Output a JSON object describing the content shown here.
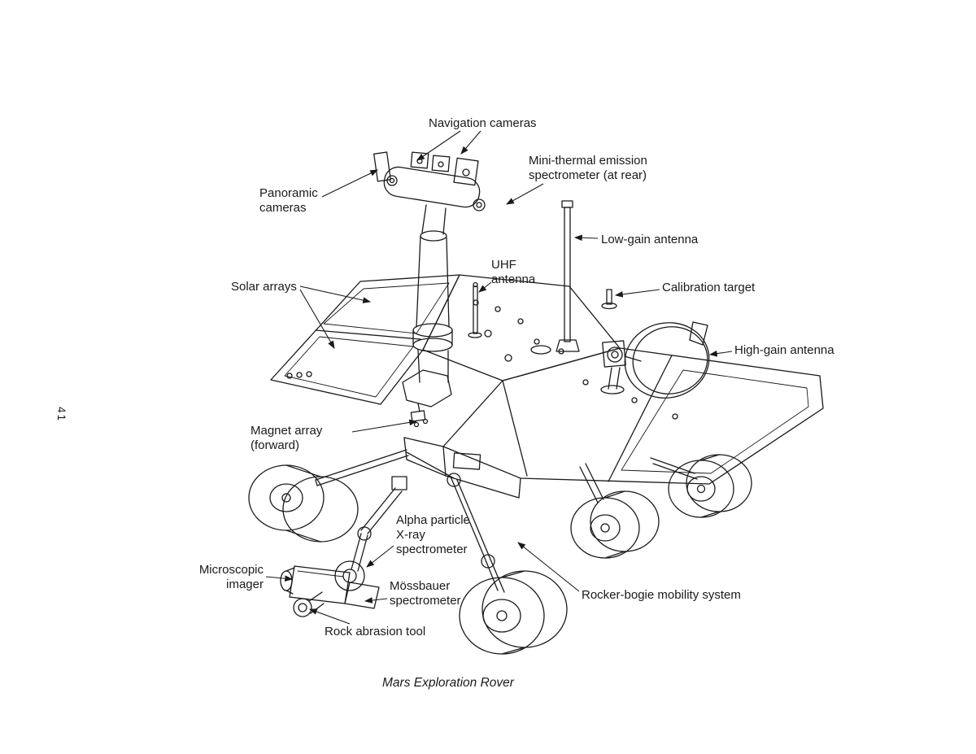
{
  "page": {
    "number": "41",
    "caption": "Mars Exploration Rover"
  },
  "labels": {
    "navigation_cameras": "Navigation cameras",
    "mini_tes": "Mini-thermal emission\nspectrometer (at rear)",
    "panoramic_cameras": "Panoramic\ncameras",
    "low_gain_antenna": "Low-gain antenna",
    "uhf_antenna": "UHF\nantenna",
    "solar_arrays": "Solar arrays",
    "calibration_target": "Calibration target",
    "high_gain_antenna": "High-gain antenna",
    "magnet_array": "Magnet array\n(forward)",
    "apxs": "Alpha particle\nX-ray\nspectrometer",
    "microscopic_imager": "Microscopic\nimager",
    "mossbauer": "Mössbauer\nspectrometer",
    "rocker_bogie": "Rocker-bogie mobility system",
    "rock_abrasion_tool": "Rock abrasion tool"
  },
  "colors": {
    "line": "#1a1a1a",
    "background": "#ffffff"
  }
}
